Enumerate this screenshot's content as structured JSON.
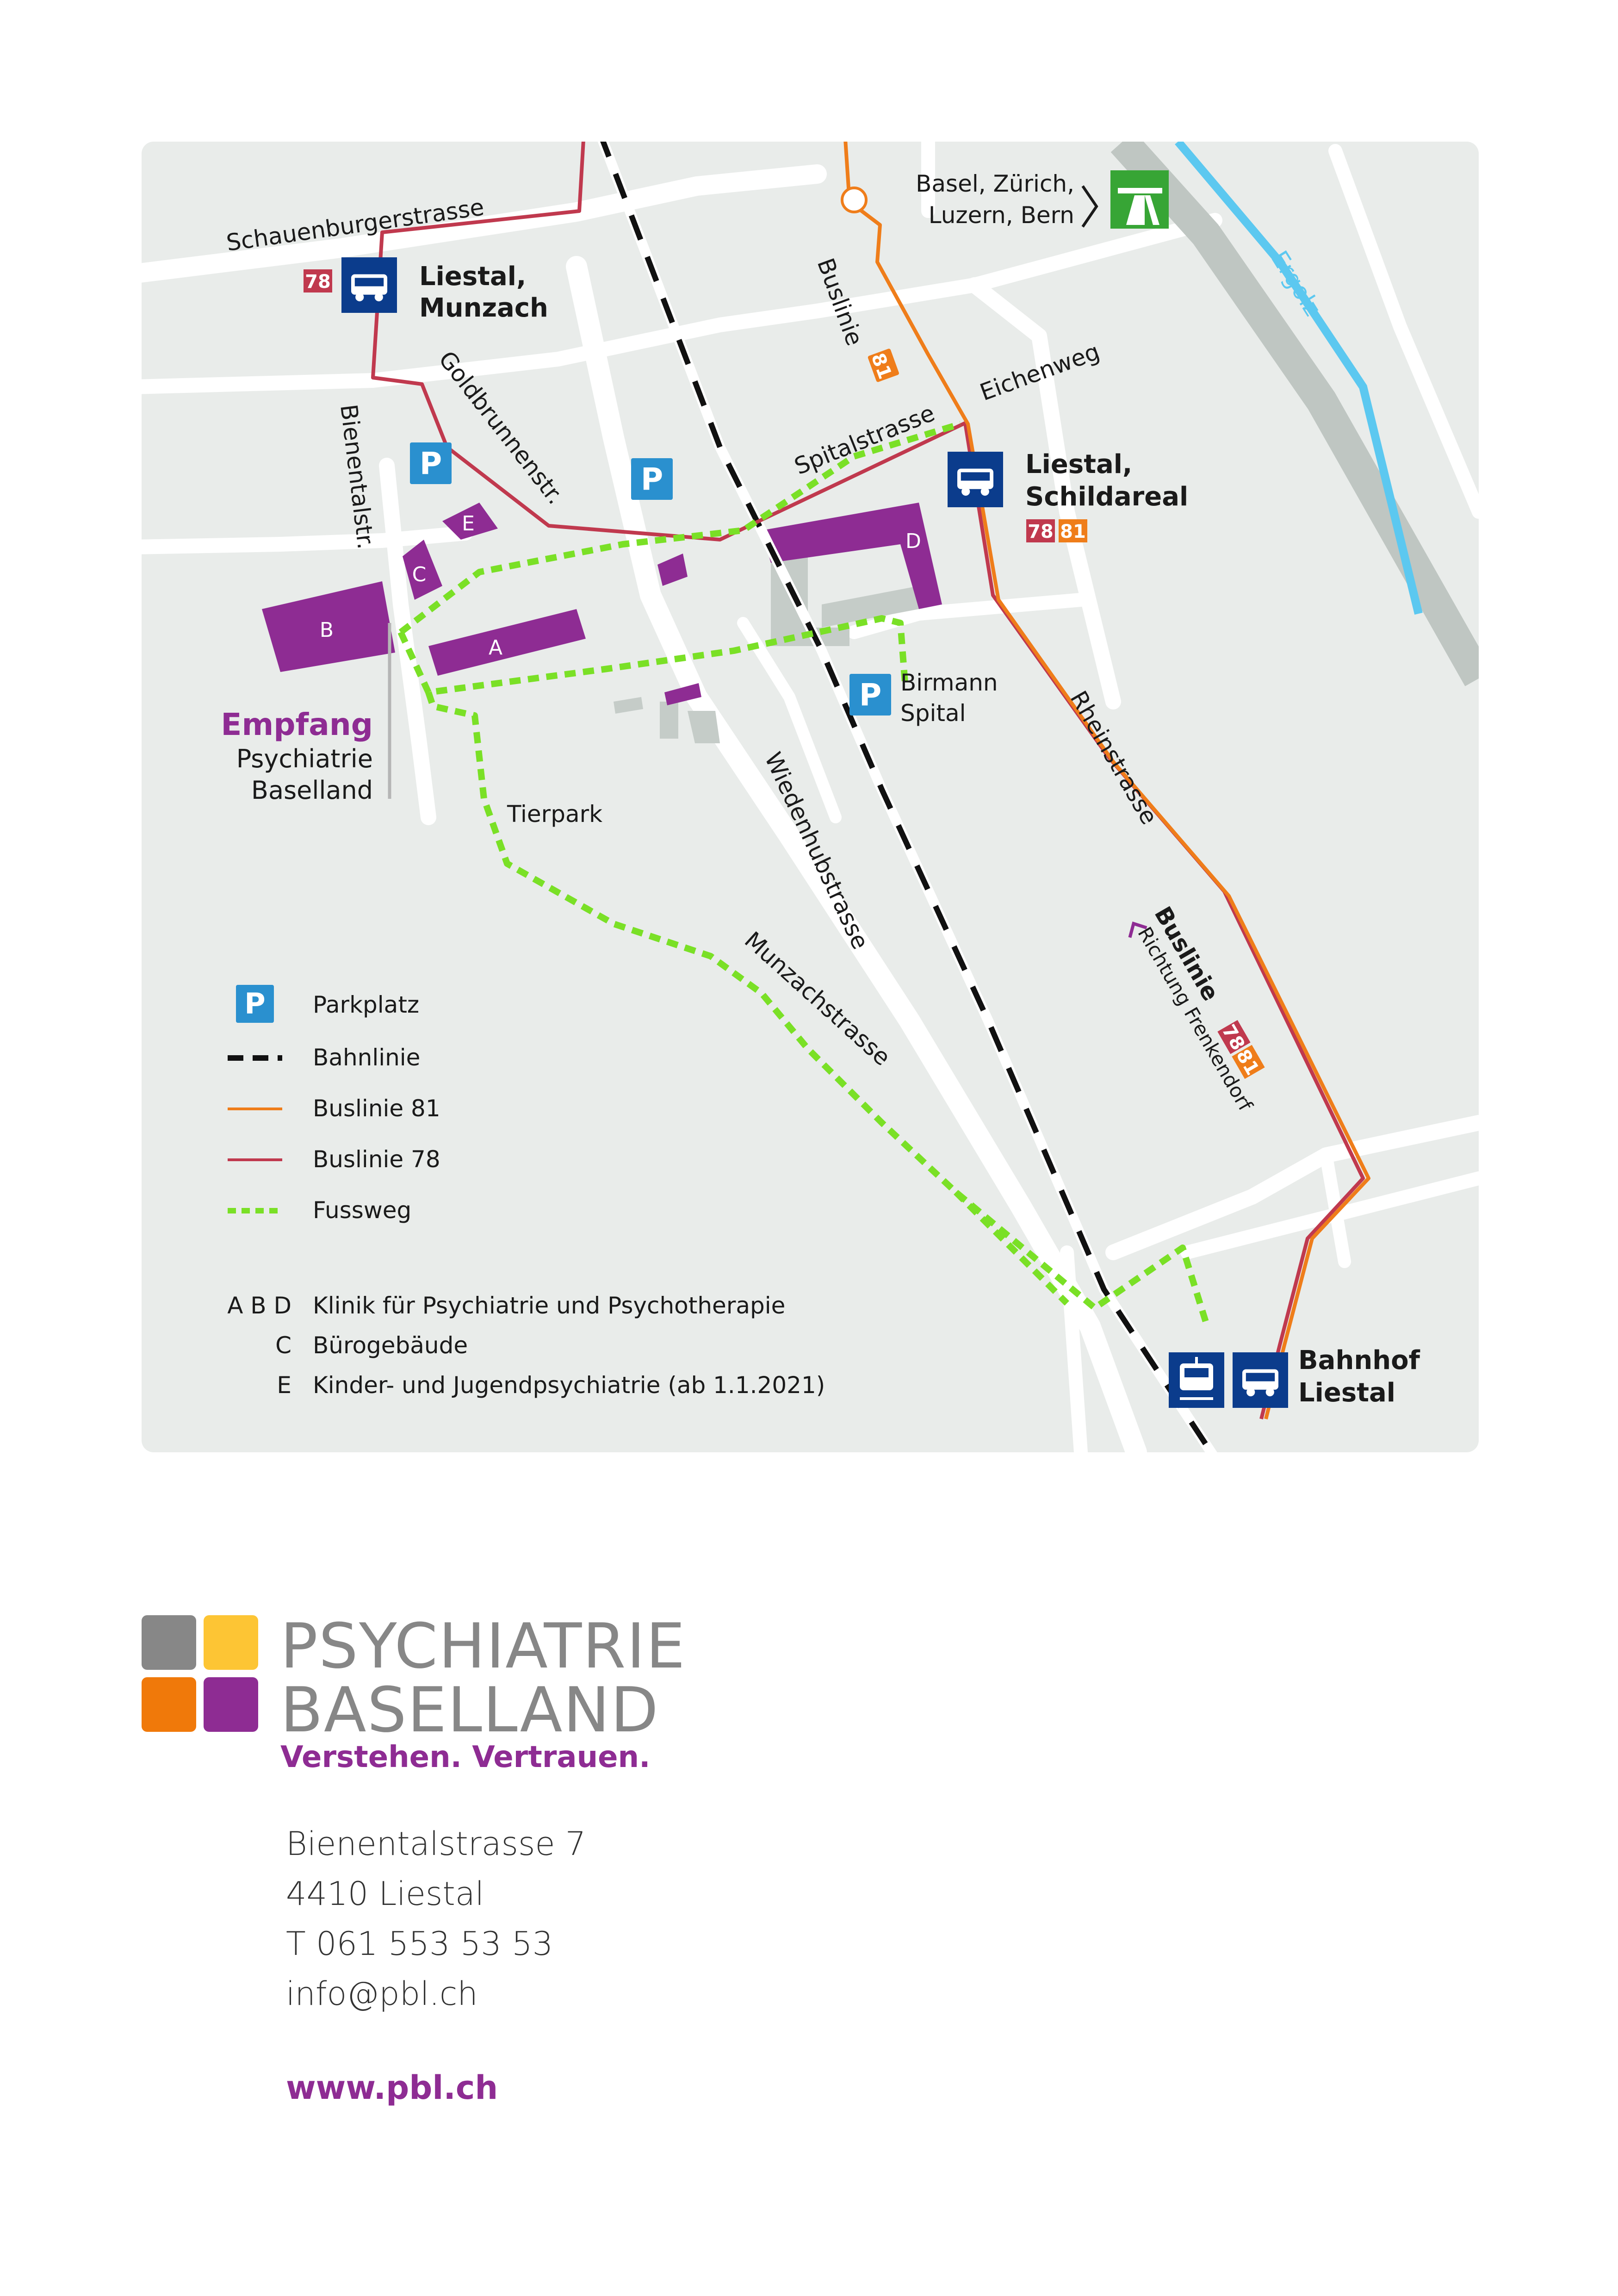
{
  "map": {
    "streets": {
      "schauenburger": "Schauenburgerstrasse",
      "goldbrunnen": "Goldbrunnenstr.",
      "bienental": "Bienentalstr.",
      "spital": "Spitalstrasse",
      "eichenweg": "Eichenweg",
      "buslinie_81_label": "Buslinie",
      "rheinstrasse": "Rheinstrasse",
      "wiedenhub": "Wiedenhubstrasse",
      "munzach": "Munzachstrasse",
      "tierpark": "Tierpark",
      "ergolz": "Ergolz"
    },
    "highway": {
      "line1": "Basel, Zürich,",
      "line2": "Luzern, Bern",
      "icon": "motorway-icon"
    },
    "stops": {
      "munzach": {
        "line1": "Liestal,",
        "line2": "Munzach",
        "badge": "78"
      },
      "schildareal": {
        "line1": "Liestal,",
        "line2": "Schildareal",
        "badge1": "78",
        "badge2": "81"
      },
      "bahnhof": {
        "line1": "Bahnhof",
        "line2": "Liestal"
      }
    },
    "bus_direction": {
      "line1": "Buslinie",
      "line2": "Richtung Frenkendorf",
      "badge1": "78",
      "badge2": "81"
    },
    "buildings": [
      "A",
      "B",
      "C",
      "D",
      "E"
    ],
    "parking_symbol": "P",
    "birmann": {
      "line1": "Birmann",
      "line2": "Spital"
    },
    "empfang": {
      "title": "Empfang",
      "line1": "Psychiatrie",
      "line2": "Baselland"
    },
    "legend": {
      "items": [
        {
          "label": "Parkplatz"
        },
        {
          "label": "Bahnlinie"
        },
        {
          "label": "Buslinie 81"
        },
        {
          "label": "Buslinie 78"
        },
        {
          "label": "Fussweg"
        }
      ],
      "buildings": [
        {
          "code": "A B D",
          "label": "Klinik für Psychiatrie und Psychotherapie"
        },
        {
          "code": "C",
          "label": "Bürogebäude"
        },
        {
          "code": "E",
          "label": "Kinder- und Jugendpsychiatrie (ab 1.1.2021)"
        }
      ]
    },
    "colors": {
      "bus81": "#ef7d1a",
      "bus78": "#c0394e",
      "footpath": "#7ae026",
      "building": "#8e2c93",
      "bus_stop": "#0b3c8c",
      "parking": "#2a90cf",
      "highway": "#37a535",
      "river": "#5cc8f0"
    }
  },
  "logo": {
    "line1": "PSYCHIATRIE",
    "line2": "BASELLAND",
    "tagline": "Verstehen. Vertrauen.",
    "colors": [
      "#878787",
      "#fdc534",
      "#f0790a",
      "#8e2c93"
    ]
  },
  "contact": {
    "street": "Bienentalstrasse 7",
    "city": "4410 Liestal",
    "phone": "T  061 553 53 53",
    "email": "info@pbl.ch",
    "website": "www.pbl.ch"
  }
}
